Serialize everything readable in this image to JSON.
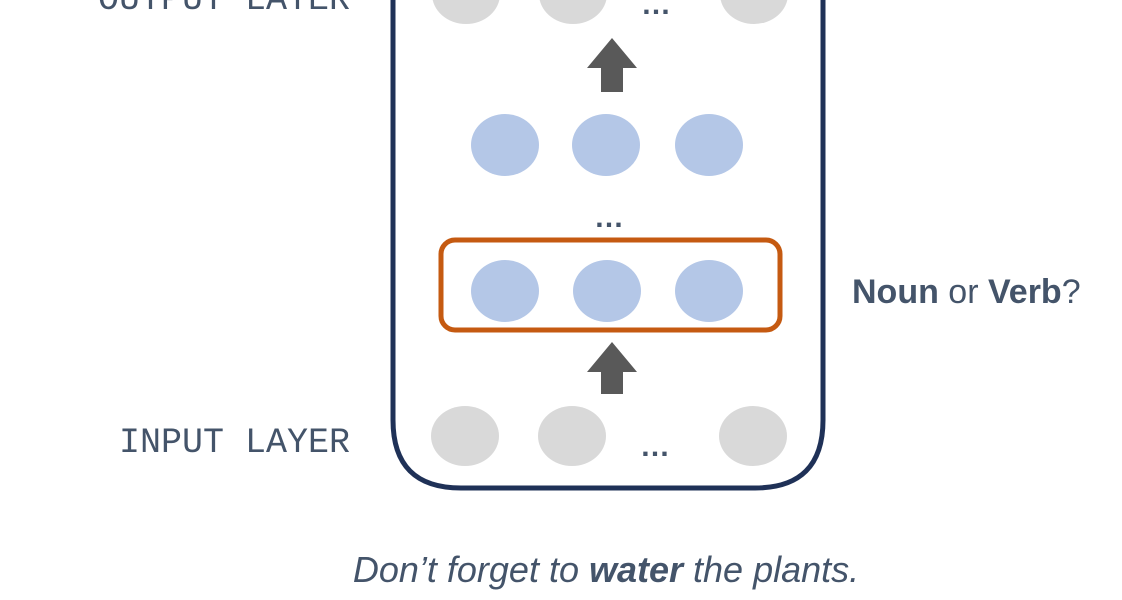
{
  "labels": {
    "output_layer": "OUTPUT LAYER",
    "input_layer": "INPUT LAYER"
  },
  "ellipsis": "…",
  "question": {
    "word1": "Noun",
    "connector": " or ",
    "word2": "Verb",
    "end": "?"
  },
  "sentence": {
    "before": "Don’t forget to ",
    "highlight": "water",
    "after": " the plants."
  },
  "colors": {
    "frame": "#1f3157",
    "hidden_node": "#b4c7e7",
    "io_node": "#d9d9d9",
    "arrow": "#595959",
    "highlight_box": "#c55a11",
    "text": "#44546a"
  }
}
